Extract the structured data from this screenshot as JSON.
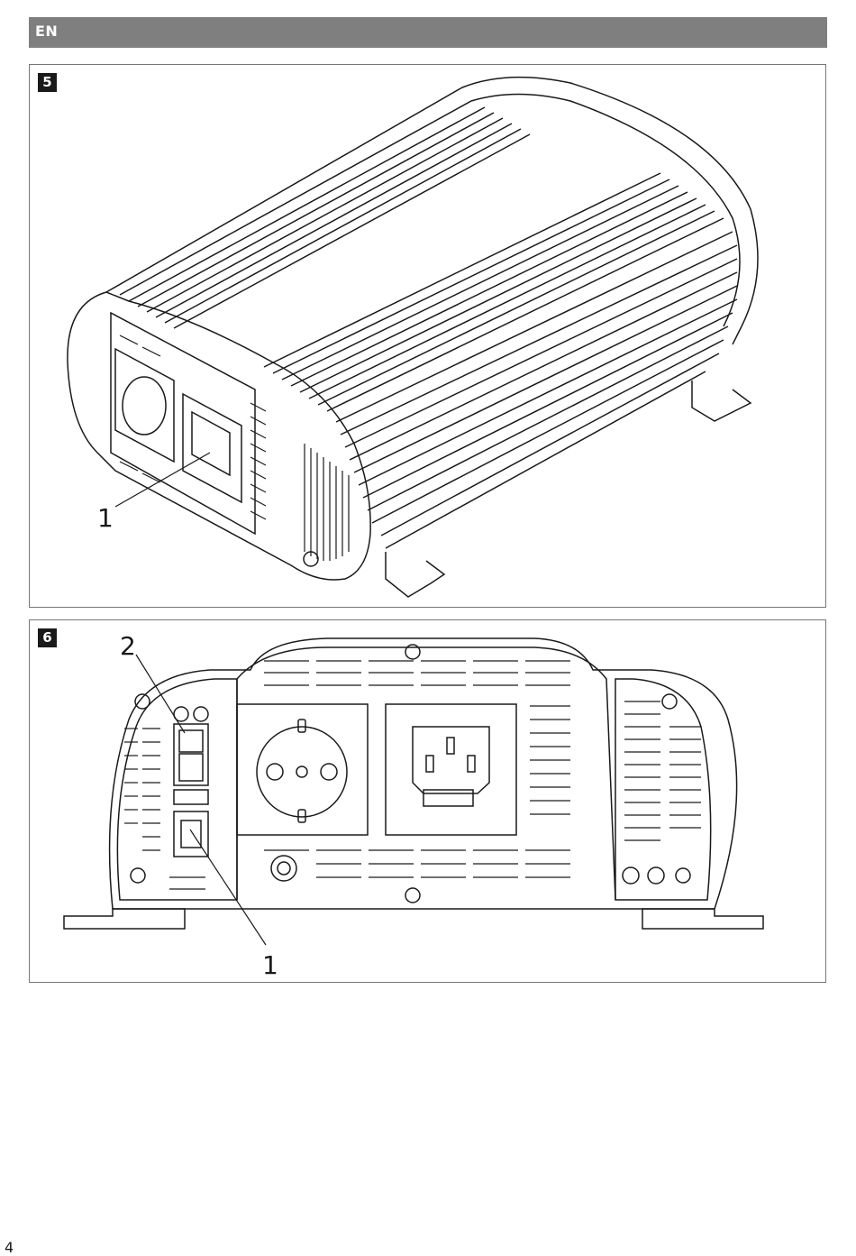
{
  "header": {
    "language": "EN"
  },
  "figures": [
    {
      "number": "5",
      "callouts": [
        "1"
      ]
    },
    {
      "number": "6",
      "callouts": [
        "2",
        "1"
      ]
    }
  ],
  "footer": {
    "page_number": "4"
  }
}
